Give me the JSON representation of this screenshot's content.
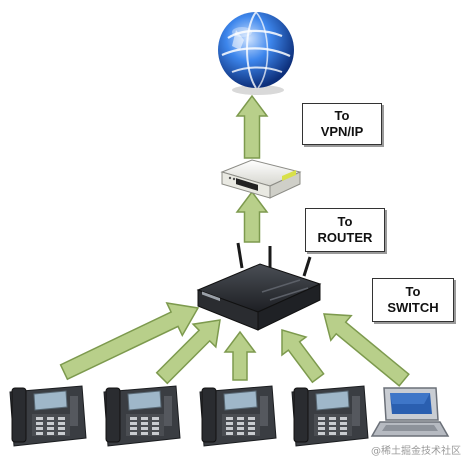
{
  "labels": {
    "vpn": {
      "line1": "To",
      "line2": "VPN/IP"
    },
    "router": {
      "line1": "To",
      "line2": "ROUTER"
    },
    "switch": {
      "line1": "To",
      "line2": "SWITCH"
    }
  },
  "watermark": "@稀土掘金技术社区",
  "colors": {
    "arrow_fill": "#b8cf8a",
    "arrow_stroke": "#7d9a4e",
    "router_body": "#2b2e33",
    "modem_body": "#f0f0ea",
    "modem_accent": "#d8e04a",
    "globe_blue": "#2b6fd6",
    "phone_body": "#3a3d42",
    "phone_screen": "#9fb7c9",
    "laptop_body": "#c9cdd3",
    "laptop_screen": "#2a5fb0"
  },
  "icons": [
    "globe-icon",
    "modem-icon",
    "router-icon",
    "ip-phone-icon",
    "laptop-icon"
  ]
}
